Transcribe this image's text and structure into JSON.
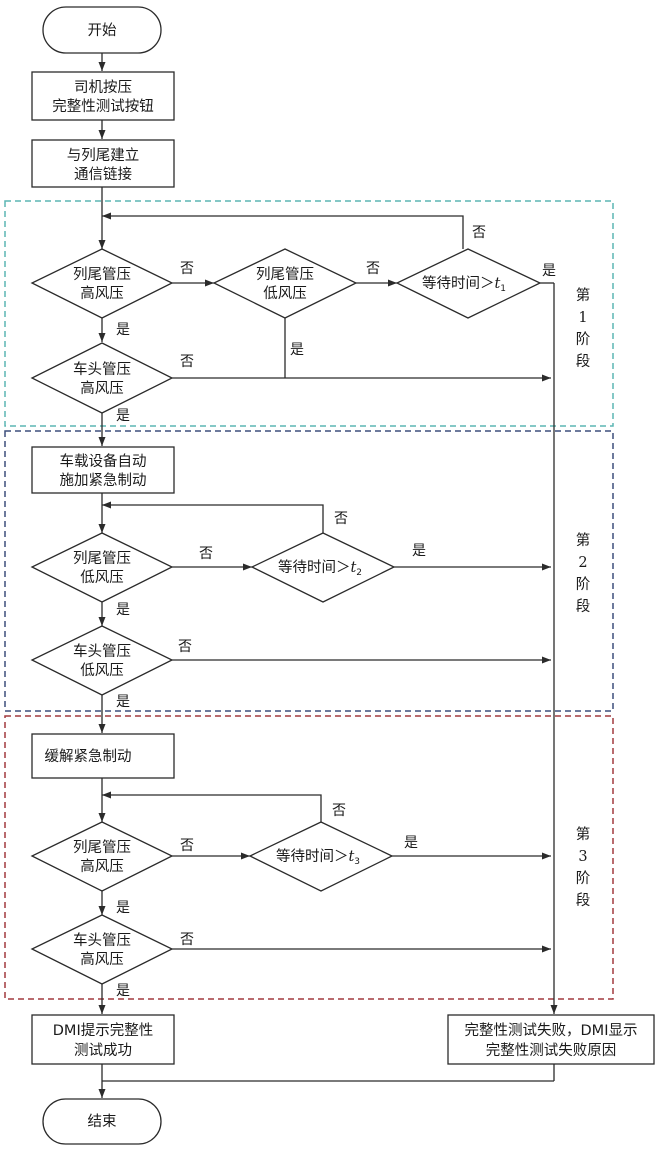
{
  "nodes": {
    "start": "开始",
    "press_1": "司机按压",
    "press_2": "完整性测试按钮",
    "link_1": "与列尾建立",
    "link_2": "通信链接",
    "s1_tail_high_1": "列尾管压",
    "s1_tail_high_2": "高风压",
    "s1_tail_low_1": "列尾管压",
    "s1_tail_low_2": "低风压",
    "s1_wait_prefix": "等待时间＞",
    "s1_wait_var": "t",
    "s1_wait_sub": "1",
    "s1_head_high_1": "车头管压",
    "s1_head_high_2": "高风压",
    "auto_brake_1": "车载设备自动",
    "auto_brake_2": "施加紧急制动",
    "s2_tail_low_1": "列尾管压",
    "s2_tail_low_2": "低风压",
    "s2_wait_prefix": "等待时间＞",
    "s2_wait_var": "t",
    "s2_wait_sub": "2",
    "s2_head_low_1": "车头管压",
    "s2_head_low_2": "低风压",
    "release": "缓解紧急制动",
    "s3_tail_high_1": "列尾管压",
    "s3_tail_high_2": "高风压",
    "s3_wait_prefix": "等待时间＞",
    "s3_wait_var": "t",
    "s3_wait_sub": "3",
    "s3_head_high_1": "车头管压",
    "s3_head_high_2": "高风压",
    "success_1": "DMI提示完整性",
    "success_2": "测试成功",
    "fail_1": "完整性测试失败，DMI显示",
    "fail_2": "完整性测试失败原因",
    "end": "结束"
  },
  "labels": {
    "yes": "是",
    "no": "否"
  },
  "stages": {
    "s1": [
      "第",
      "1",
      "阶",
      "段"
    ],
    "s2": [
      "第",
      "2",
      "阶",
      "段"
    ],
    "s3": [
      "第",
      "3",
      "阶",
      "段"
    ]
  },
  "colors": {
    "stage1_border": "#5bb5b3",
    "stage2_border": "#3d4f7c",
    "stage3_border": "#a23a3f",
    "line": "#2b2b2b"
  }
}
